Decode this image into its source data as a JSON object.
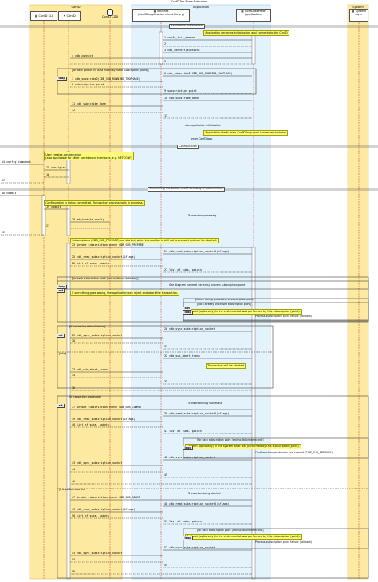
{
  "diagram": {
    "top_title": "ConfD Two-Phase Subscriber",
    "lanes": {
      "confd": "ConfD",
      "application": "Application",
      "system": "System"
    },
    "participants": {
      "cli": "ConfD CLI",
      "confd": "ConfD",
      "cdb": "ConfD CDB",
      "libconfd_1": "libconfd",
      "libconfd_2": "(ConfD application client library)",
      "daemon_1": "ConfD daemon",
      "daemon_2": "(application)",
      "system_1": "System",
      "system_2": "layer"
    },
    "dividers": {
      "app_init": "Application initialization",
      "configuration": "Configuration",
      "committing": "Committing transaction and Processing of subscriptions"
    },
    "notes": {
      "init_note": "Application performs initialization and connects to the ConfD",
      "main_loop": "Application starts main ConfD loop (poll connected sockets)",
      "user_config_1": "User creates configuration",
      "user_config_2": "(also applicable for other northbound interfaces, e.g. NETCONF)",
      "committed": "Configuration is being committed. Transaction processing is in progress.",
      "prepare_1": "Subscriptions (CDB_SUB_PREPARE) are started, when transaction is still not processed and can be aborted.",
      "abort_allowed": "If something goes wrong, the application can reject and abort the transaction.",
      "rollback_optional": "Rollback (optionally) in the system what was performed by this subscription (point).",
      "tx_aborted": "Transaction will be aborted",
      "confirm_optional": "Confirm (optionally) in the system what was performed by this subscription (point).",
      "rollback_optional_2": "Rollback (optionally) in the system what was performed by this subscription (point)."
    },
    "small_texts": {
      "after_init": "after application initialization",
      "enter_loop": "enter ConfD loop",
      "tx_processing": "Transaction processing",
      "tx_successful": "Transaction fully successful",
      "tx_aborting": "Transaction being aborted"
    },
    "frames": {
      "loop1_cond": "[for each part of the data model by make subscription (point)]",
      "loop2_cond": "[for each subscription point (and no failure detected)]",
      "ref_text": "See diagram (several variants) process subscription point",
      "opt_cond": "[failure during processing of subscription point]",
      "loop3_cond": "[each already processed subscription point]",
      "alt1_cond": "[if processing without failure]",
      "alt1_else": "[else]",
      "alt2_cond": "[if transaction processed]",
      "alt2_else": "[transaction aborted]",
      "loop4_cond": "[for each subscription point (and no failure detected)]",
      "loop5_cond": "[for each subscription point (and no failure detected)]",
      "confirm_changes": "Confirm changes done in pre-commit (CDB_SUB_PREPARE)",
      "process_failure_1": "Process subscription point failure (rollback)",
      "process_failure_2": "Process subscription point failure (rollback)"
    },
    "messages": [
      "1 confd_init_daemon",
      "2",
      "3 cdb_connect(subsock)",
      "4 cdb_connect",
      "5",
      "6 cdb_subscribe2(CDB_SUB_RUNNING_TWOPHASE)",
      "7 cdb_subscribe2(CDB_SUB_RUNNING_TWOPHASE)",
      "8 subscription point",
      "9 subscription point",
      "10 cdb_subscribe_done",
      "11 cdb_subscribe_done",
      "12",
      "13",
      "14 config commands",
      "15 configure",
      "16",
      "17",
      "18 commit",
      "19 commit",
      "20 add/update config",
      "21",
      "22",
      "23 invoke subscription event CDB_SUB_PREPARE",
      "24 cdb_read_subscription_socket2(&flags)",
      "25 cdb_read_subscription_socket(&flags)",
      "26 list of subs. points",
      "27 list of subs. points",
      "28 cdb_sync_subscription_socket",
      "29 cdb_sync_subscription_socket",
      "30",
      "31",
      "32 cdb_sub_abort_trans",
      "33 cdb_sub_abort_trans",
      "34",
      "35",
      "36",
      "37 invoke subscription event CDB_SUB_COMMIT",
      "38 cdb_read_subscription_socket2(&flags)",
      "39 cdb_read_subscription_socket(&flags)",
      "40 list of subs. points",
      "41 list of subs. points",
      "42 cdb_sync_subscription_socket",
      "43 cdb_sync_subscription_socket",
      "44",
      "45",
      "46",
      "47 invoke subscription event CDB_SUB_ABORT",
      "48 cdb_read_subscription_socket2(&flags)",
      "49 cdb_read_subscription_socket(&flags)",
      "50 list of subs. points",
      "51 list of subs. points",
      "52 cdb_sync_subscription_socket",
      "53 cdb_sync_subscription_socket",
      "54",
      "55",
      "56"
    ]
  },
  "colors": {
    "lane_yellow": "#fde9a0",
    "lane_blue": "#e3f2fb",
    "note_yellow": "#fbfb77",
    "lifeline_red": "#c0392b",
    "activation": "#ffffff"
  }
}
